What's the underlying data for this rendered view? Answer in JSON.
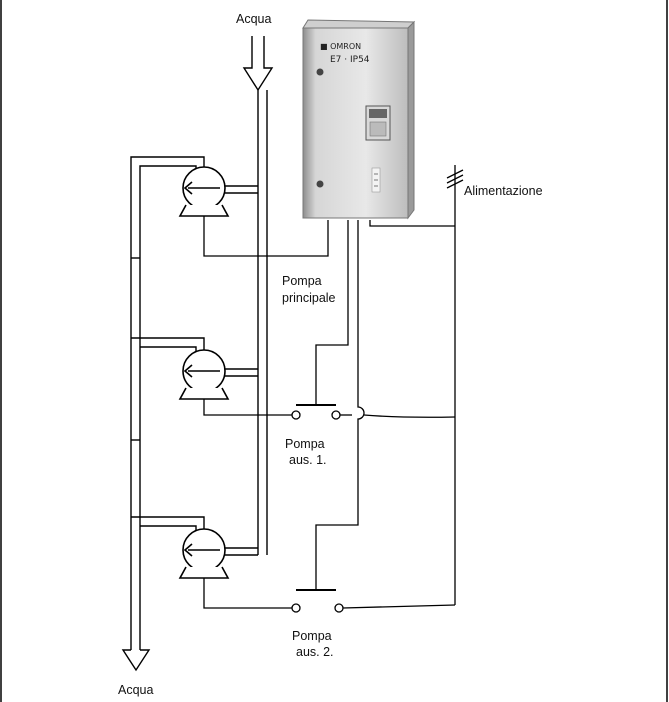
{
  "labels": {
    "water_in": "Acqua",
    "water_out": "Acqua",
    "power_supply": "Alimentazione",
    "main_pump": [
      "Pompa",
      "principale"
    ],
    "aux_pump_1": [
      "Pompa",
      "aus. 1."
    ],
    "aux_pump_2": [
      "Pompa",
      "aus. 2."
    ]
  },
  "inverter": {
    "brand": "■ OMRON",
    "model": "E7 · IP54"
  }
}
